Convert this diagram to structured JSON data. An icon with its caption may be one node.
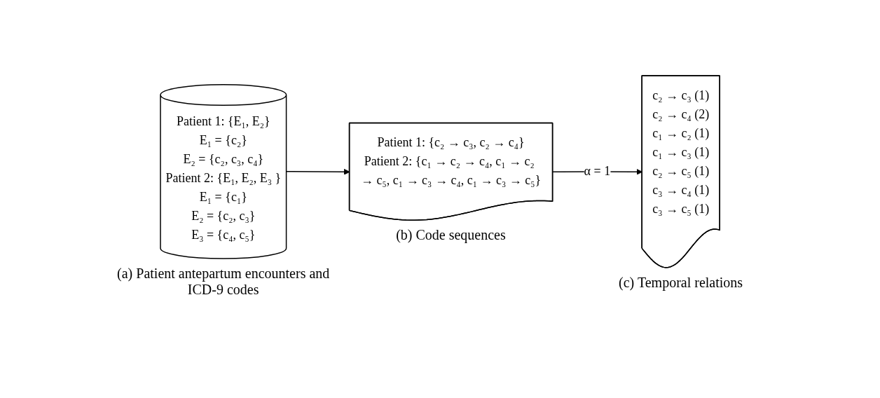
{
  "diagram": {
    "nodes": [
      {
        "text": [
          "Patient 1: {E₁, E₂}",
          "E₁ = {c₂}",
          "E₂ = {c₂, c₃, c₄}",
          "Patient 2: {E₁, E₂, E₃ }",
          "E₁ = {c₁}",
          "E₂ = {c₂, c₃}",
          "E₃ = {c₄, c₅}"
        ],
        "beside": [
          "(a) Patient antepartum encounters and ICD-9 codes"
        ]
      },
      {
        "text": [
          "Patient 1: {c₂ → c₃, c₂ → c₄}",
          "Patient 2: {c₁ → c₂ → c₄, c₁ → c₂ → c₅, c₁ → c₃ → c₄, c₁ → c₃ → c₅}"
        ],
        "beside": [
          "(b) Code sequences"
        ]
      },
      {
        "text": [
          "c₂ → c₃ (1)",
          "c₂ → c₄ (2)",
          "c₁ → c₂ (1)",
          "c₁ → c₃ (1)",
          "c₂ → c₅ (1)",
          "c₃ → c₄ (1)",
          "c₃ → c₅ (1)"
        ],
        "beside": [
          "(c) Temporal relations"
        ]
      }
    ],
    "edges": [
      {
        "from": 0,
        "to": 1,
        "arrow": "to"
      },
      {
        "from": 1,
        "to": 2,
        "arrow": "to",
        "label": "α = 1"
      }
    ]
  }
}
